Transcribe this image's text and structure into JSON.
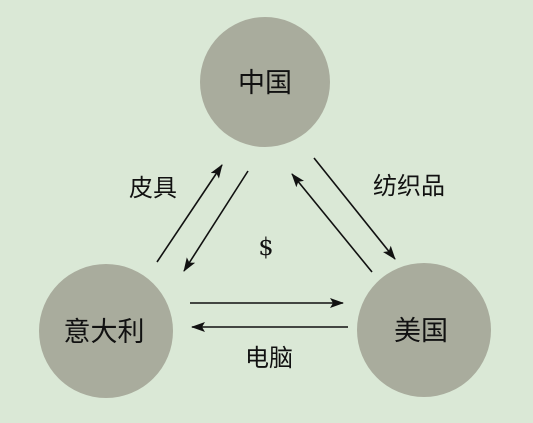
{
  "nodes": {
    "china": "中国",
    "italy": "意大利",
    "usa": "美国"
  },
  "edges": {
    "leather": "皮具",
    "textiles": "纺织品",
    "computers": "电脑",
    "dollar": "$"
  },
  "colors": {
    "background": "#dae8d6",
    "node_fill": "#a9ac9d",
    "arrow": "#111111"
  }
}
